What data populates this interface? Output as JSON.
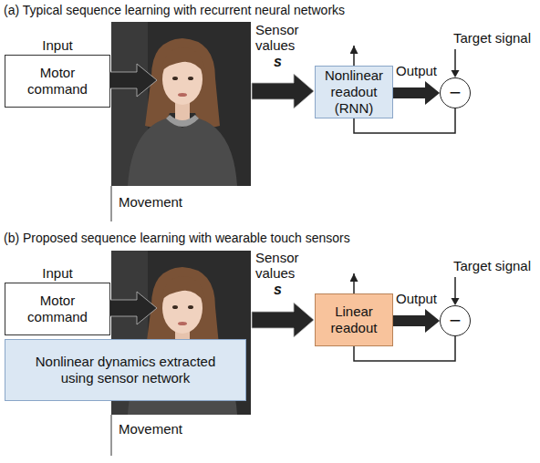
{
  "diagram": {
    "nodes": [
      {
        "text": [
          "Input",
          "Motor command"
        ]
      },
      {
        "text": [
          "Nonlinear readout (RNN)"
        ]
      },
      {
        "text": [
          "−"
        ]
      },
      {
        "text": [
          "Input",
          "Motor command"
        ]
      },
      {
        "text": [
          "Nonlinear dynamics extracted using sensor network"
        ]
      },
      {
        "text": [
          "Linear readout"
        ]
      },
      {
        "text": [
          "−"
        ]
      }
    ],
    "edges": [
      {
        "from": 1,
        "to": 2,
        "arrow": "to",
        "label": "Output"
      },
      {
        "from": 2,
        "to": 1,
        "arrow": "to"
      },
      {
        "from": 5,
        "to": 6,
        "arrow": "to",
        "label": "Output"
      },
      {
        "from": 6,
        "to": 5,
        "arrow": "to"
      }
    ],
    "labels": [
      "(a) Typical sequence learning with recurrent neural networks",
      "Sensor values",
      "s",
      "Target signal",
      "Movement",
      "(b) Proposed sequence learning with wearable touch sensors",
      "Sensor values",
      "s",
      "Target signal",
      "Movement"
    ]
  }
}
